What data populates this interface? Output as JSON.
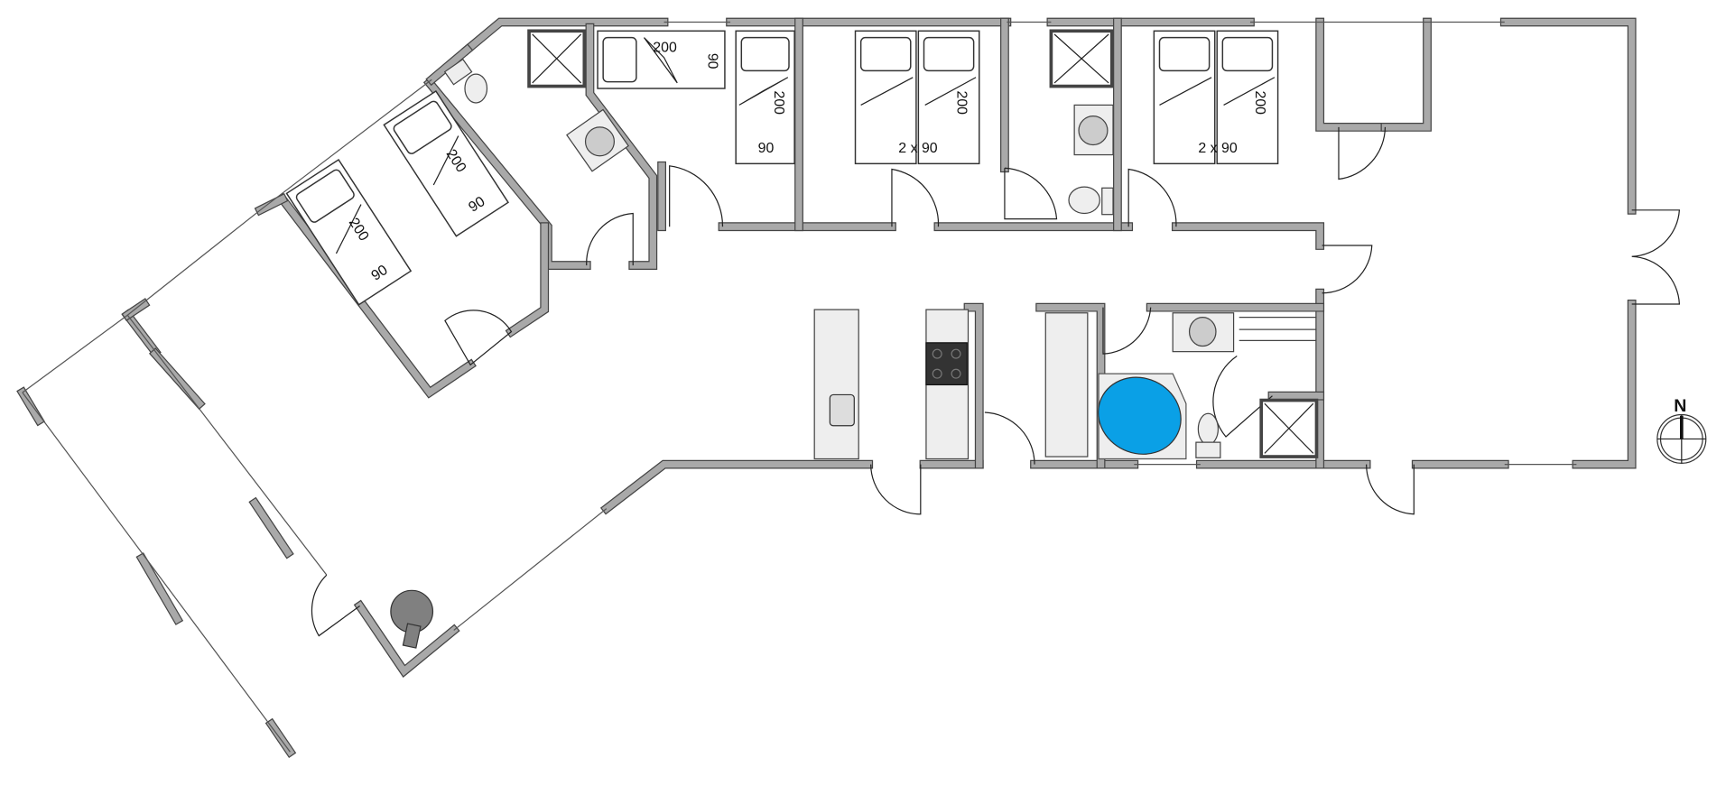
{
  "plan": {
    "beds": [
      {
        "length": "200",
        "width": "90"
      },
      {
        "length": "200",
        "width": "90"
      },
      {
        "length": "200",
        "width": "2 x 90"
      },
      {
        "length": "200",
        "width": "2 x 90"
      },
      {
        "length": "200",
        "width": "90"
      },
      {
        "length": "200",
        "width": "90"
      }
    ],
    "compass_label": "N",
    "colors": {
      "wall": "#a9a9a9",
      "bathtub": "#0aa0e6",
      "stove": "#333333",
      "fireplace": "#808080"
    }
  }
}
